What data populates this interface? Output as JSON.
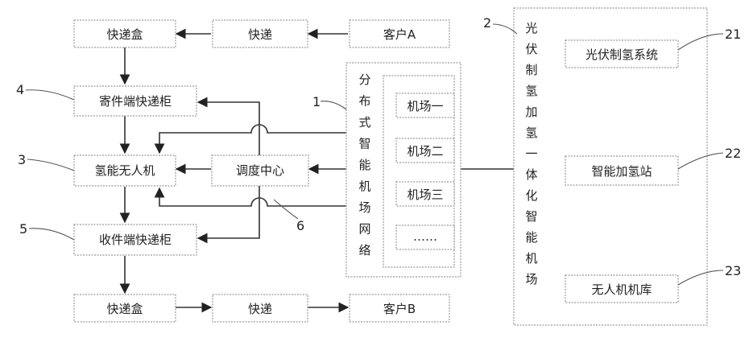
{
  "nodes": {
    "express_box_top": "快递盒",
    "courier_top": "快递",
    "customer_a": "客户A",
    "sender_locker": "寄件端快递柜",
    "hydrogen_drone": "氢能无人机",
    "dispatch_center": "调度中心",
    "receiver_locker": "收件端快递柜",
    "express_box_bottom": "快递盒",
    "courier_bottom": "快递",
    "customer_b": "客户B",
    "network_title": "分布式智能机场网络",
    "airport_1": "机场一",
    "airport_2": "机场二",
    "airport_3": "机场三",
    "airport_more": "……",
    "integrated_airport_title": "光伏制氢加氢一体化智能机场",
    "pv_hydrogen_system": "光伏制氢系统",
    "smart_refuel_station": "智能加氢站",
    "drone_hangar": "无人机机库"
  },
  "ref_numbers": {
    "n1": "1",
    "n2": "2",
    "n3": "3",
    "n4": "4",
    "n5": "5",
    "n6": "6",
    "n21": "21",
    "n22": "22",
    "n23": "23"
  }
}
